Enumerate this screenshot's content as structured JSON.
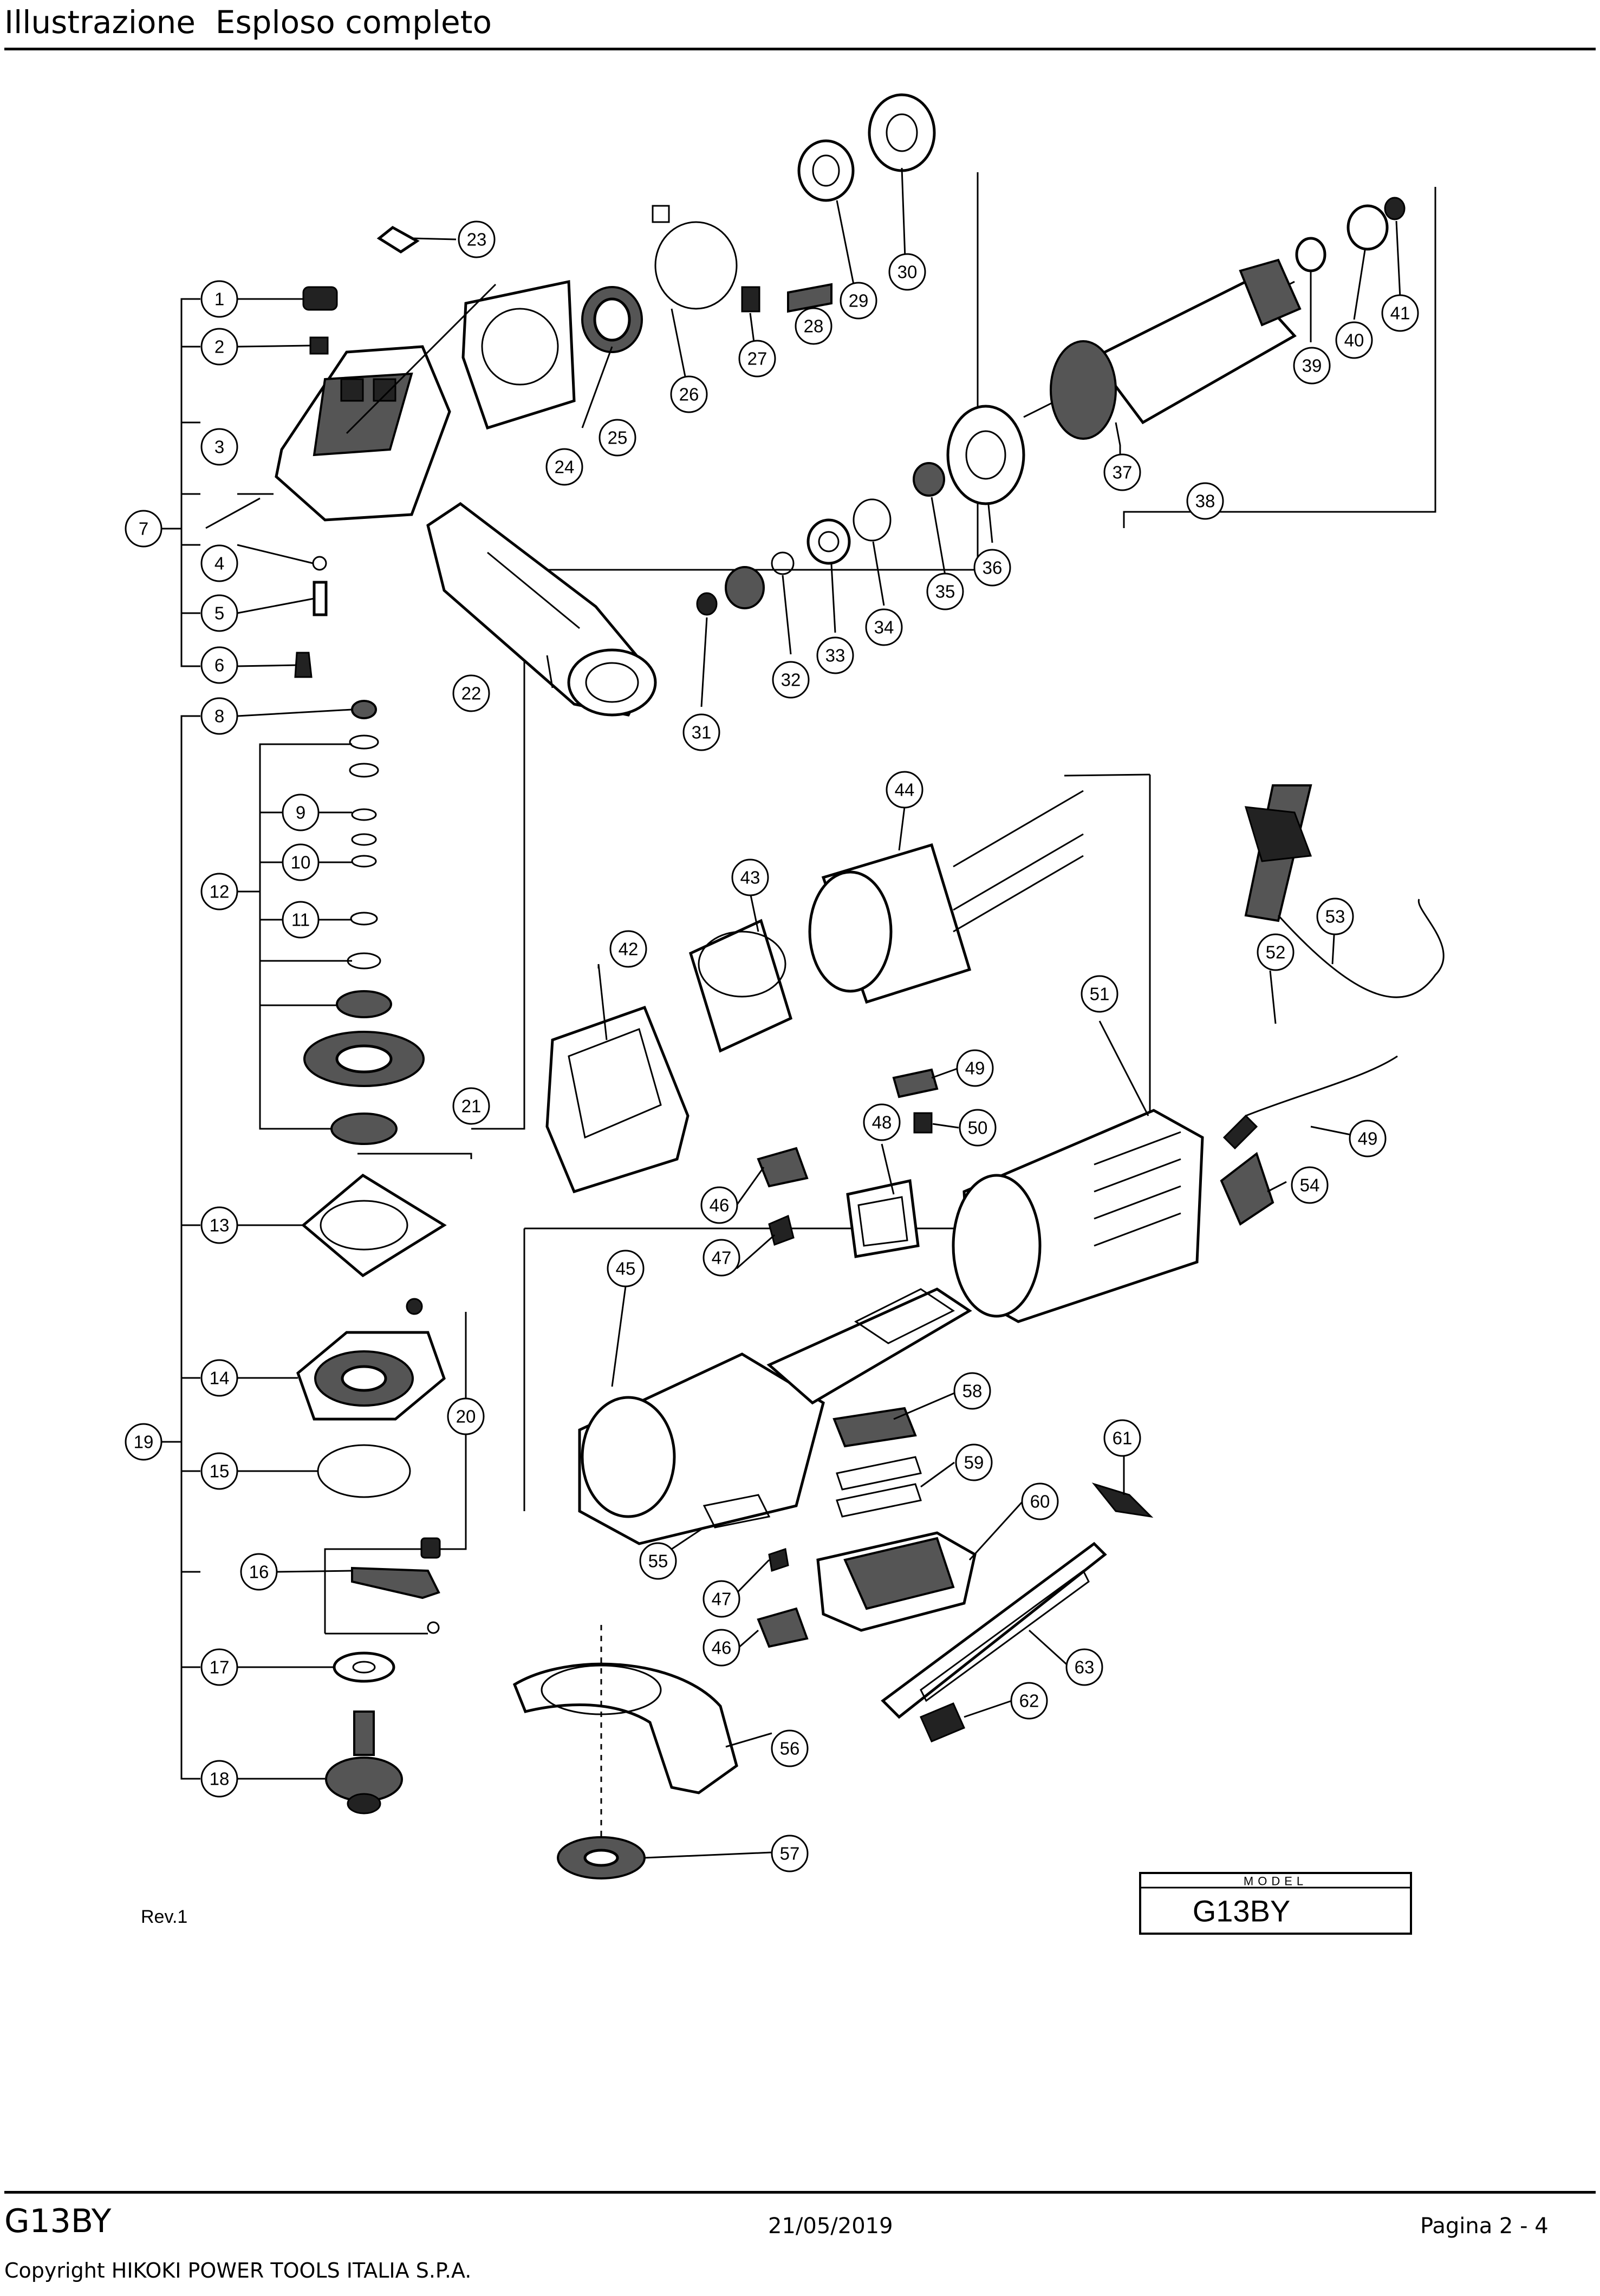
{
  "header": {
    "title": "Illustrazione  Esploso completo"
  },
  "diagram": {
    "revision": "Rev.1",
    "model_box": {
      "label": "MODEL",
      "value": "G13BY"
    },
    "callouts": [
      "1",
      "2",
      "3",
      "4",
      "5",
      "6",
      "7",
      "8",
      "9",
      "10",
      "11",
      "12",
      "13",
      "14",
      "15",
      "16",
      "17",
      "18",
      "19",
      "20",
      "21",
      "22",
      "23",
      "24",
      "25",
      "26",
      "27",
      "28",
      "29",
      "30",
      "31",
      "32",
      "33",
      "34",
      "35",
      "36",
      "37",
      "38",
      "39",
      "40",
      "41",
      "42",
      "43",
      "44",
      "45",
      "46",
      "47",
      "48",
      "49",
      "50",
      "51",
      "52",
      "53",
      "54",
      "55",
      "56",
      "57",
      "58",
      "59",
      "60",
      "61",
      "62",
      "63"
    ]
  },
  "footer": {
    "model": "G13BY",
    "date": "21/05/2019",
    "page": "Pagina 2 - 4",
    "copyright": "Copyright HIKOKI POWER TOOLS ITALIA S.P.A."
  }
}
